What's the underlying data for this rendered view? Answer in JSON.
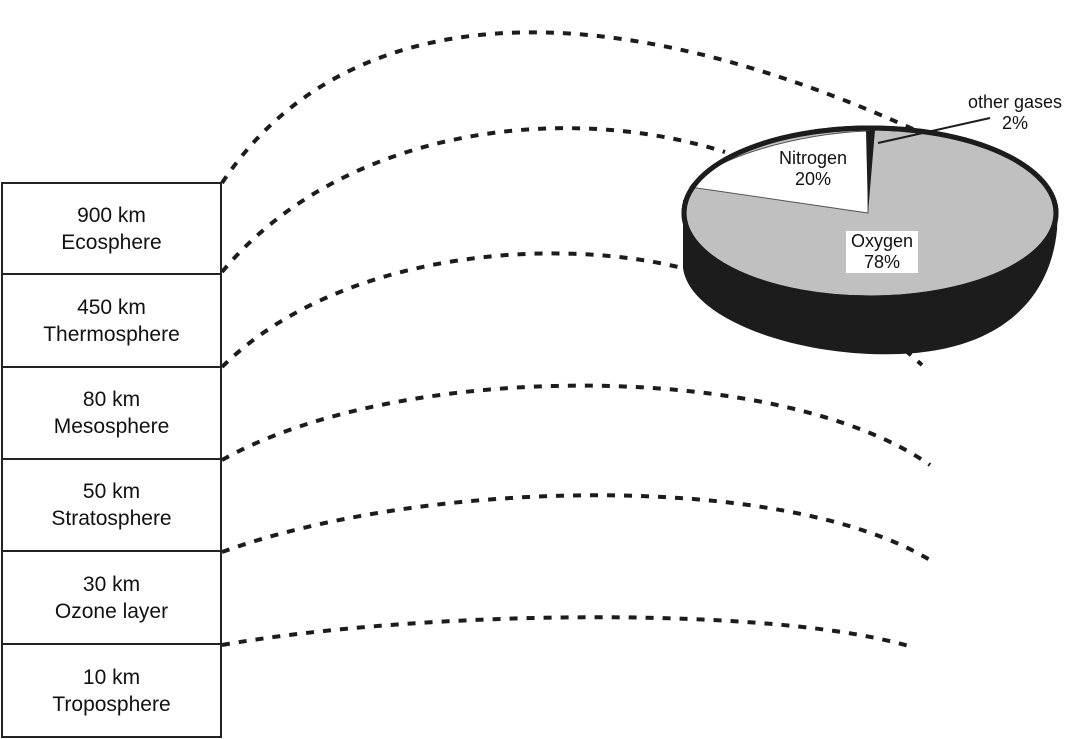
{
  "layers": [
    {
      "altitude": "900 km",
      "name": "Ecosphere"
    },
    {
      "altitude": "450 km",
      "name": "Thermosphere"
    },
    {
      "altitude": "80 km",
      "name": "Mesosphere"
    },
    {
      "altitude": "50 km",
      "name": "Stratosphere"
    },
    {
      "altitude": "30 km",
      "name": "Ozone layer"
    },
    {
      "altitude": "10 km",
      "name": "Troposphere"
    }
  ],
  "pie": {
    "slices": [
      {
        "name": "Oxygen",
        "percent": "78%",
        "color": "#c0c0c0"
      },
      {
        "name": "Nitrogen",
        "percent": "20%",
        "color": "#ffffff"
      },
      {
        "name": "other gases",
        "percent": "2%",
        "color": "#c0c0c0"
      }
    ],
    "side_color": "#1c1c1c",
    "outline_color": "#1c1c1c"
  },
  "chart_data": {
    "type": "pie",
    "title": "",
    "categories": [
      "Oxygen",
      "Nitrogen",
      "other gases"
    ],
    "values": [
      78,
      20,
      2
    ],
    "labels": [
      "Oxygen 78%",
      "Nitrogen 20%",
      "other gases 2%"
    ],
    "style": "3D pie"
  }
}
